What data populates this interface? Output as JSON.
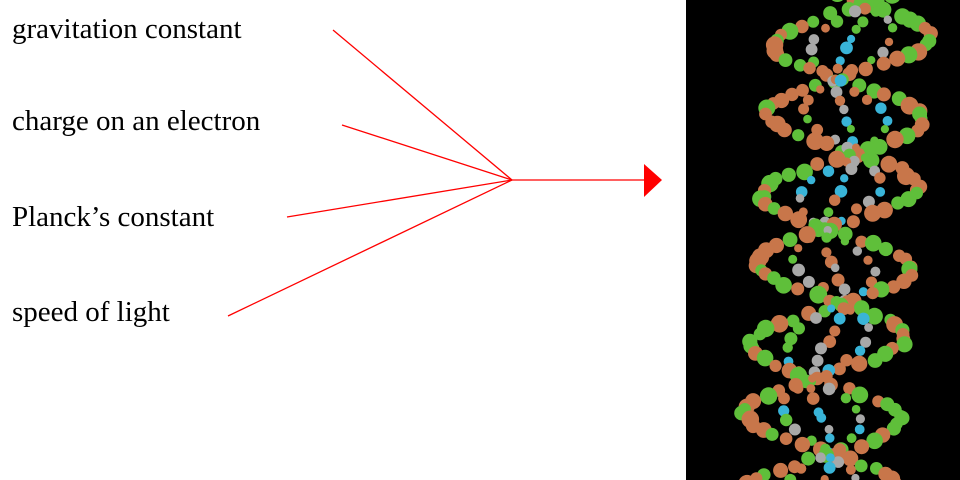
{
  "labels": [
    {
      "text": "gravitation constant"
    },
    {
      "text": "charge on an electron"
    },
    {
      "text": "Planck’s constant"
    },
    {
      "text": "speed of light"
    }
  ],
  "colors": {
    "connector": "#ff0000",
    "panel_background": "#000000",
    "atom_green": "#5fbf3a",
    "atom_orange": "#c8764a",
    "atom_cyan": "#39b4d8",
    "atom_grey": "#a8a8a8"
  },
  "image": {
    "subject": "dna-double-helix"
  }
}
